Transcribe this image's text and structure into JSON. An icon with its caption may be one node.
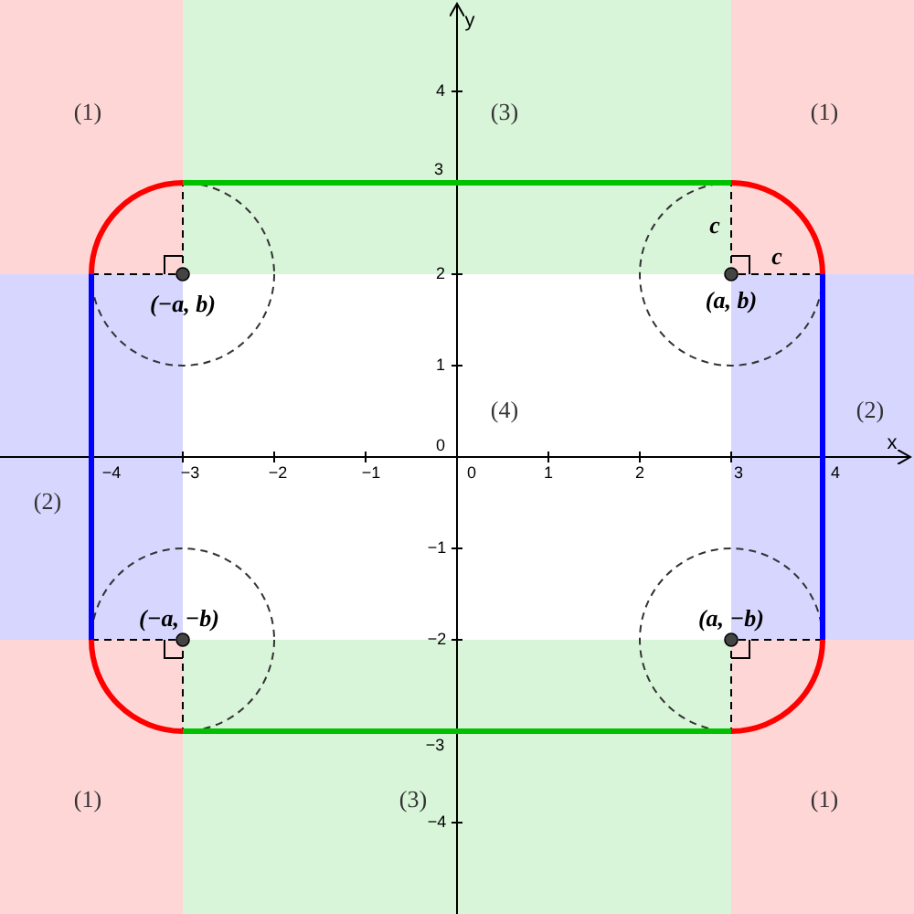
{
  "diagram": {
    "labels": [
      "y",
      "(1)",
      "(3)",
      "(1)",
      "4",
      "3",
      "c",
      "c",
      "2",
      "(−a, b)",
      "(a, b)",
      "1",
      "(4)",
      "(2)",
      "0",
      "x",
      "(2)",
      "−4",
      "−3",
      "−2",
      "−1",
      "0",
      "1",
      "2",
      "3",
      "4",
      "−1",
      "(−a, −b)",
      "(a, −b)",
      "−2",
      "−3",
      "(1)",
      "(3)",
      "(1)",
      "−4"
    ]
  }
}
